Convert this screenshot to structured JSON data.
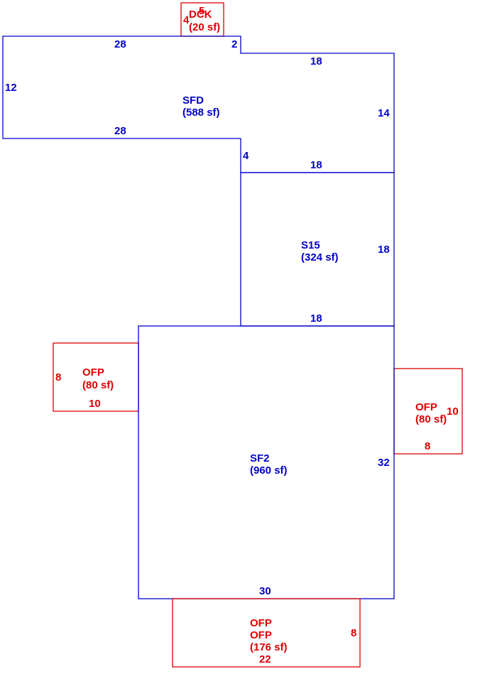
{
  "colors": {
    "main": "#0000cc",
    "addition": "#dd0000"
  },
  "areas": {
    "dck": {
      "name": "DCK",
      "area": "(20 sf)",
      "dim_top": "5",
      "dim_left": "4"
    },
    "sfd": {
      "name": "SFD",
      "area": "(588 sf)",
      "dim_top": "28",
      "dim_step": "2",
      "dim_upper_right_top": "18",
      "dim_left": "12",
      "dim_bottom": "28",
      "dim_right": "14",
      "dim_inner": "4",
      "dim_lower_right_bottom": "18"
    },
    "s15": {
      "name": "S15",
      "area": "(324 sf)",
      "dim_right": "18",
      "dim_bottom": "18"
    },
    "ofp_left": {
      "name": "OFP",
      "area": "(80 sf)",
      "dim_left": "8",
      "dim_bottom": "10"
    },
    "ofp_right": {
      "name": "OFP",
      "area": "(80 sf)",
      "dim_right": "10",
      "dim_bottom": "8"
    },
    "sf2": {
      "name": "SF2",
      "area": "(960 sf)",
      "dim_right": "32",
      "dim_bottom": "30"
    },
    "ofp_bottom": {
      "name_1": "OFP",
      "name_2": "OFP",
      "area": "(176 sf)",
      "dim_right": "8",
      "dim_bottom": "22"
    }
  }
}
